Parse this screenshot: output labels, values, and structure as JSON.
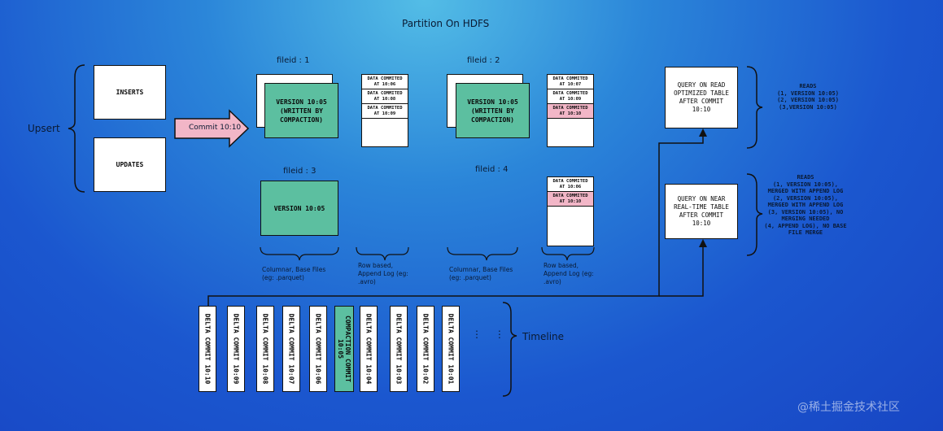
{
  "title": "Partition On HDFS",
  "upsert": {
    "label": "Upsert",
    "inserts": "INSERTS",
    "updates": "UPDATES"
  },
  "commit_arrow": "Commit 10:10",
  "file1": {
    "label": "fileid : 1",
    "base_text": "VERSION 10:05\n(WRITTEN BY\nCOMPACTION)",
    "log": [
      "DATA COMMITED\nAT 10:06",
      "DATA COMMITED\nAT 10:08",
      "DATA COMMITED\nAT 10:09"
    ]
  },
  "file2": {
    "label": "fileid : 2",
    "base_text": "VERSION 10:05\n(WRITTEN BY\nCOMPACTION)",
    "log": [
      "DATA COMMITED\nAT 10:07",
      "DATA COMMITED\nAT 10:09",
      "DATA COMMITED\nAT 10:10"
    ]
  },
  "file3": {
    "label": "fileid : 3",
    "base_text": "VERSION 10:05"
  },
  "file4": {
    "label": "fileid : 4",
    "log": [
      "DATA COMMITED\nAT 10:06",
      "DATA COMMITED\nAT 10:10"
    ]
  },
  "captions": {
    "columnar1": "Columnar, Base Files\n(eg: .parquet)",
    "row1": "Row based,\nAppend Log (eg:\n.avro)",
    "columnar2": "Columnar, Base Files\n(eg: .parquet)",
    "row2": "Row based,\nAppend Log (eg:\n.avro)"
  },
  "query_ro": {
    "text": "QUERY ON READ\nOPTIMIZED TABLE\nAFTER COMMIT\n10:10",
    "note": "READS\n(1, VERSION 10:05)\n(2, VERSION 10:05)\n(3,VERSION 10:05)"
  },
  "query_rt": {
    "text": "QUERY ON NEAR\nREAL-TIME TABLE\nAFTER COMMIT\n10:10",
    "note": "READS\n(1, VERSION 10:05),\nMERGED WITH APPEND LOG\n(2, VERSION 10:05),\nMERGED WITH APPEND LOG\n(3, VERSION 10:05), NO\nMERGING NEEDED\n(4, APPEND LOG), NO BASE\nFILE MERGE"
  },
  "timeline": {
    "label": "Timeline",
    "ellipsis": "⋮ ⋮",
    "items": [
      "DELTA COMMIT 10:10",
      "DELTA COMMIT 10:09",
      "DELTA COMMIT 10:08",
      "DELTA COMMIT 10:07",
      "DELTA COMMIT 10:06",
      "COMPACTION COMMIT\n10:05",
      "DELTA COMMIT 10:04",
      "DELTA COMMIT 10:03",
      "DELTA COMMIT 10:02",
      "DELTA COMMIT 10:01"
    ]
  },
  "watermark": "@稀土掘金技术社区",
  "colors": {
    "base_file": "#5cbfa0",
    "pink": "#f2b6c7",
    "background": "#1b57cf"
  }
}
